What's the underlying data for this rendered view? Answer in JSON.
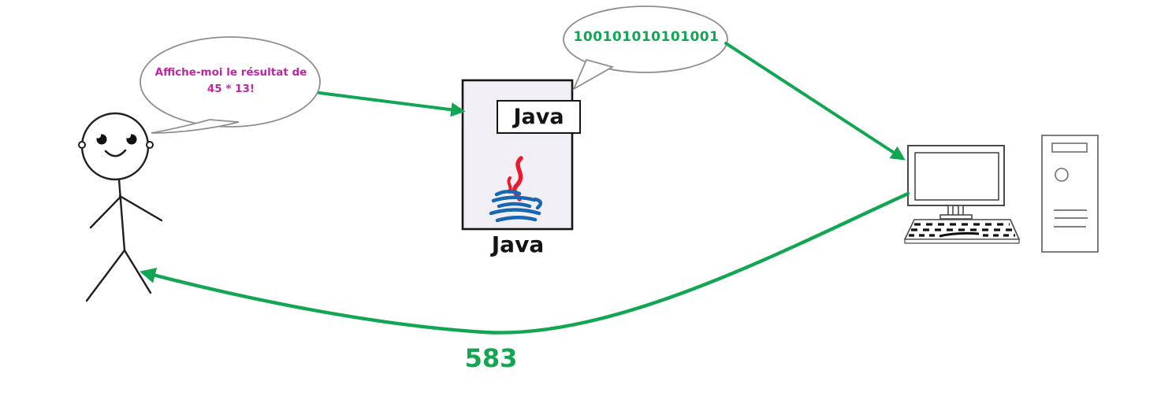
{
  "palette": {
    "green": "#12a653",
    "magenta": "#c0269e",
    "sketch": "#1f1f1f",
    "bubble_stroke": "#8f8f8f",
    "java_box_fill": "#f2eff4",
    "logo_red": "#e81c2e",
    "logo_blue": "#1767b2",
    "computer_stroke": "#4a4a4a",
    "tower_stroke": "#6e6e6e"
  },
  "user_bubble": {
    "line1": "Affiche-moi le résultat de",
    "line2": "45 * 13!"
  },
  "java_program": {
    "label": "Java",
    "caption": "Java"
  },
  "binary_bubble": {
    "text": "100101010101001"
  },
  "result": {
    "text": "583"
  },
  "icons": {
    "person": "stick-figure-icon",
    "java_logo": "java-coffee-cup-icon",
    "monitor": "desktop-monitor-icon",
    "keyboard": "keyboard-icon",
    "tower": "computer-tower-icon",
    "bubbles": "speech-bubble",
    "arrows": "green-flow-arrow"
  }
}
